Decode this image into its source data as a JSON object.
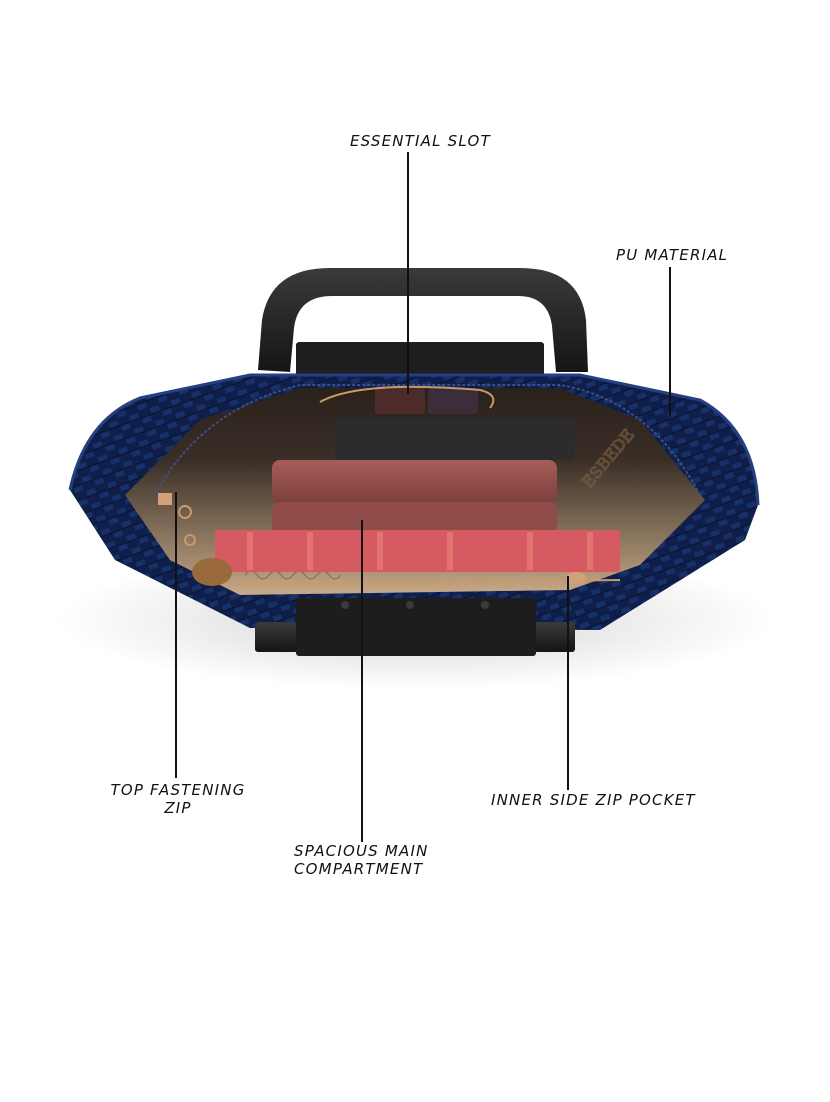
{
  "callouts": {
    "essential_slot": "ESSENTIAL SLOT",
    "pu_material": "PU MATERIAL",
    "top_fastening_zip_line1": "TOP FASTENING",
    "top_fastening_zip_line2": "ZIP",
    "spacious_main_line1": "SPACIOUS MAIN",
    "spacious_main_line2": "COMPARTMENT",
    "inner_side_zip_pocket": "INNER SIDE ZIP POCKET"
  },
  "colors": {
    "bag_body": "#0f1f4a",
    "bag_highlight": "#1f3a7a",
    "handle": "#2a2a2a",
    "lining": "#c9ad8c",
    "inner_shadow": "#2b241f",
    "pouch": "#8a4a47",
    "notebook": "#d65a62",
    "zip_metal": "#c89a6a",
    "leader_line": "#111111"
  }
}
